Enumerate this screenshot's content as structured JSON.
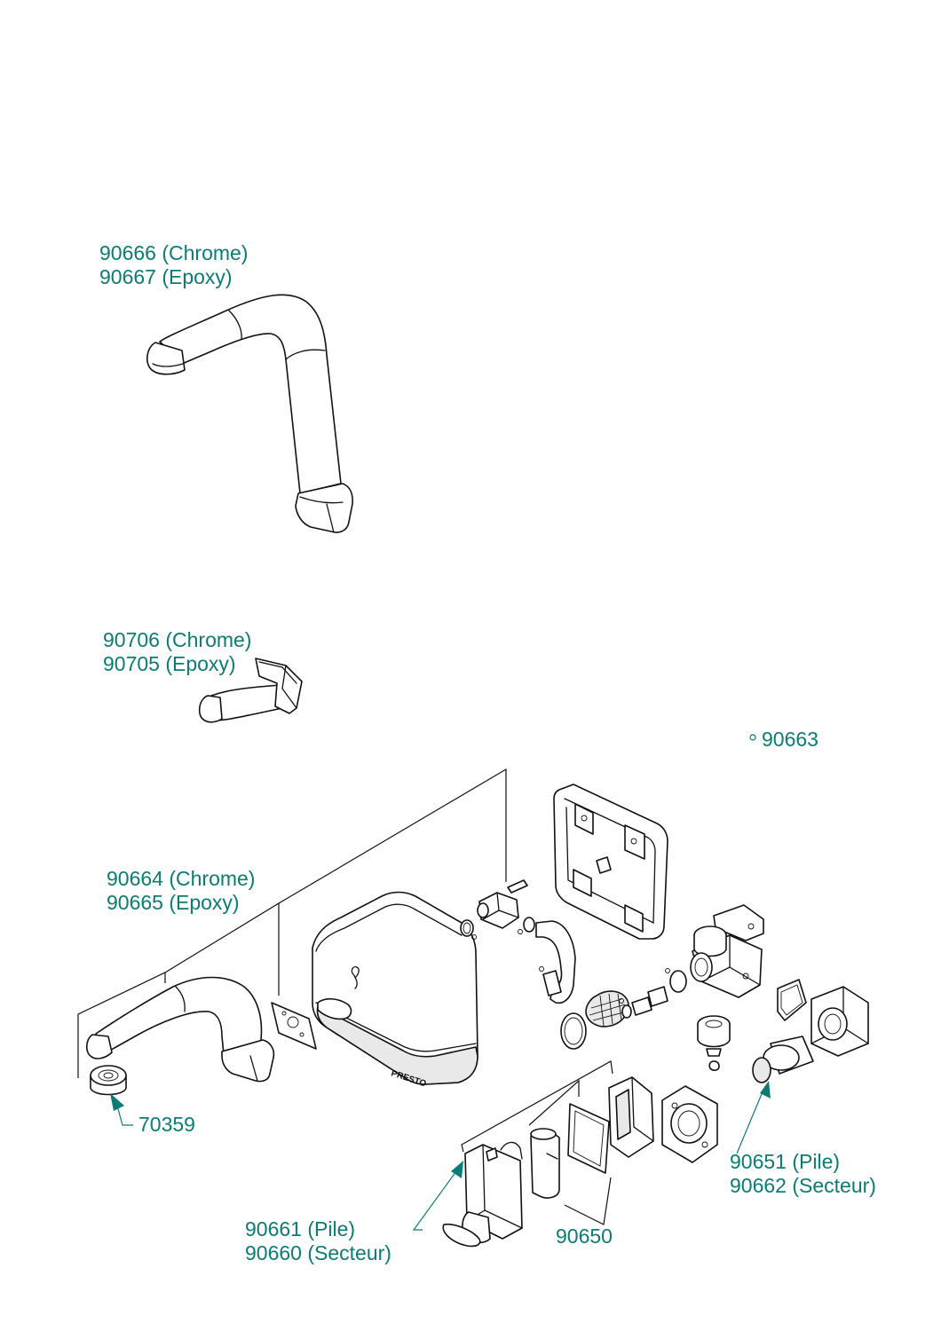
{
  "colors": {
    "label": "#0b7c74",
    "line": "#111111",
    "fill": "#ffffff",
    "shade": "#e9e9e9"
  },
  "labels": {
    "spout_tall": [
      "90666 (Chrome)",
      "90667 (Epoxy)"
    ],
    "spout_short": [
      "90706 (Chrome)",
      "90705 (Epoxy)"
    ],
    "mounting_kit": "90663",
    "spout_curved": [
      "90664 (Chrome)",
      "90665 (Epoxy)"
    ],
    "aerator": "70359",
    "solenoid": [
      "90651 (Pile)",
      "90662 (Secteur)"
    ],
    "electronics": [
      "90661 (Pile)",
      "90660 (Secteur)"
    ],
    "battery_pack": "90650"
  },
  "housing_brand": "PRESTO"
}
